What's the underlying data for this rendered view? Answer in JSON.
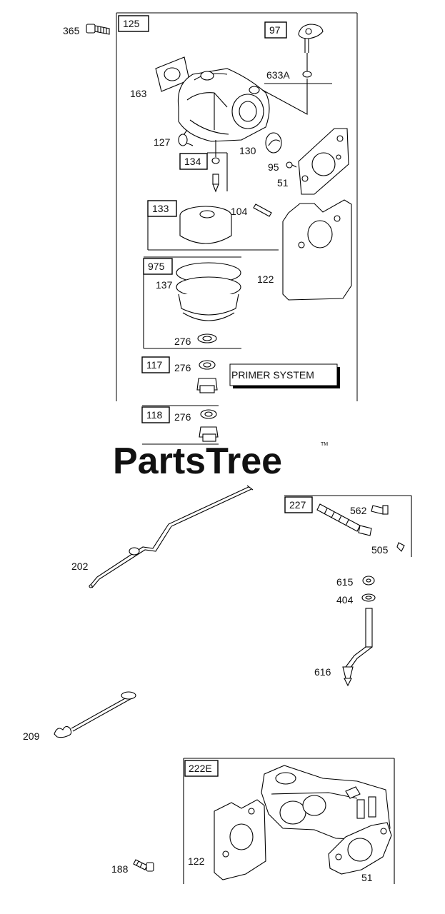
{
  "watermark": "PartsTree",
  "watermark_tm": "TM",
  "banner": "PRIMER SYSTEM",
  "kit_labels": {
    "k125": "125",
    "k97": "97",
    "k134": "134",
    "k133": "133",
    "k975": "975",
    "k117": "117",
    "k118": "118",
    "k227": "227",
    "k222e": "222E"
  },
  "part_labels": {
    "p365": "365",
    "p163": "163",
    "p633a": "633A",
    "p127": "127",
    "p130": "130",
    "p95": "95",
    "p51a": "51",
    "p104": "104",
    "p137": "137",
    "p122a": "122",
    "p276a": "276",
    "p276b": "276",
    "p276c": "276",
    "p202": "202",
    "p562": "562",
    "p505": "505",
    "p615": "615",
    "p404": "404",
    "p616": "616",
    "p209": "209",
    "p188": "188",
    "p122b": "122",
    "p51b": "51"
  }
}
